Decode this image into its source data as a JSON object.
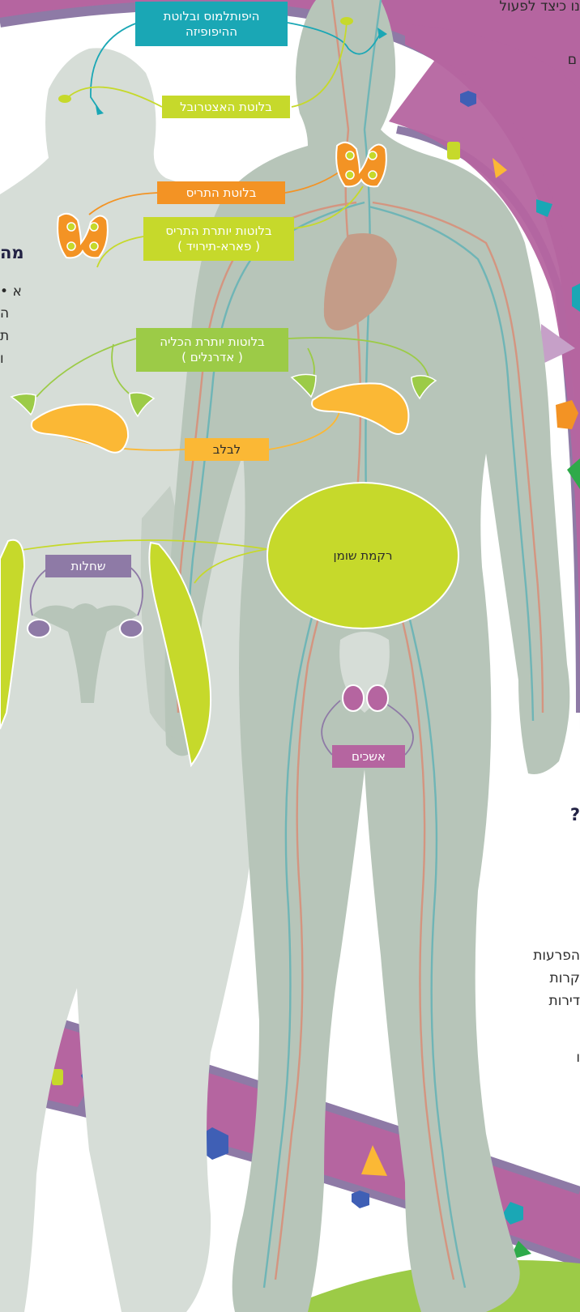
{
  "colors": {
    "band": "#b565a0",
    "band_edge": "#8e7aa6",
    "female_body": "#d6ddd7",
    "male_body": "#b7c5b9",
    "teal": "#1aa7b5",
    "lime": "#c6d92b",
    "orange": "#f39324",
    "green": "#9ccb47",
    "yellow_orange": "#fbb835",
    "purple": "#8e7aa6",
    "pink": "#b565a0",
    "heart": "#c49c88",
    "artery": "#d49580",
    "vein": "#6fb5b6"
  },
  "labels": {
    "hypothalamus": {
      "line1": "היפותלמוס ובלוטת",
      "line2": "ההיפופיזה"
    },
    "pineal": "בלוטת האצטרובל",
    "thyroid": "בלוטת התריס",
    "parathyroid": {
      "line1": "בלוטות יותרת התריס",
      "line2": "( פארא-תירויד )"
    },
    "adrenal": {
      "line1": "בלוטות יותרת הכליה",
      "line2": "( אדרנלים )"
    },
    "pancreas": "לבלב",
    "adipose": "רקמת שומן",
    "ovaries": "שחלות",
    "testes": "אשכים"
  },
  "side_text": {
    "top_right_1": "נו כיצד לפעול",
    "top_right_2": "ם",
    "left_heading": "מה",
    "left_bullet_1": "• א",
    "left_bullet_2": "ה",
    "left_bullet_3": "ת",
    "left_bullet_4": "ו",
    "right_question": "?",
    "right_p1": "הפרעות",
    "right_p2": "קרות",
    "right_p3": "דירות",
    "right_p4": "ו"
  }
}
